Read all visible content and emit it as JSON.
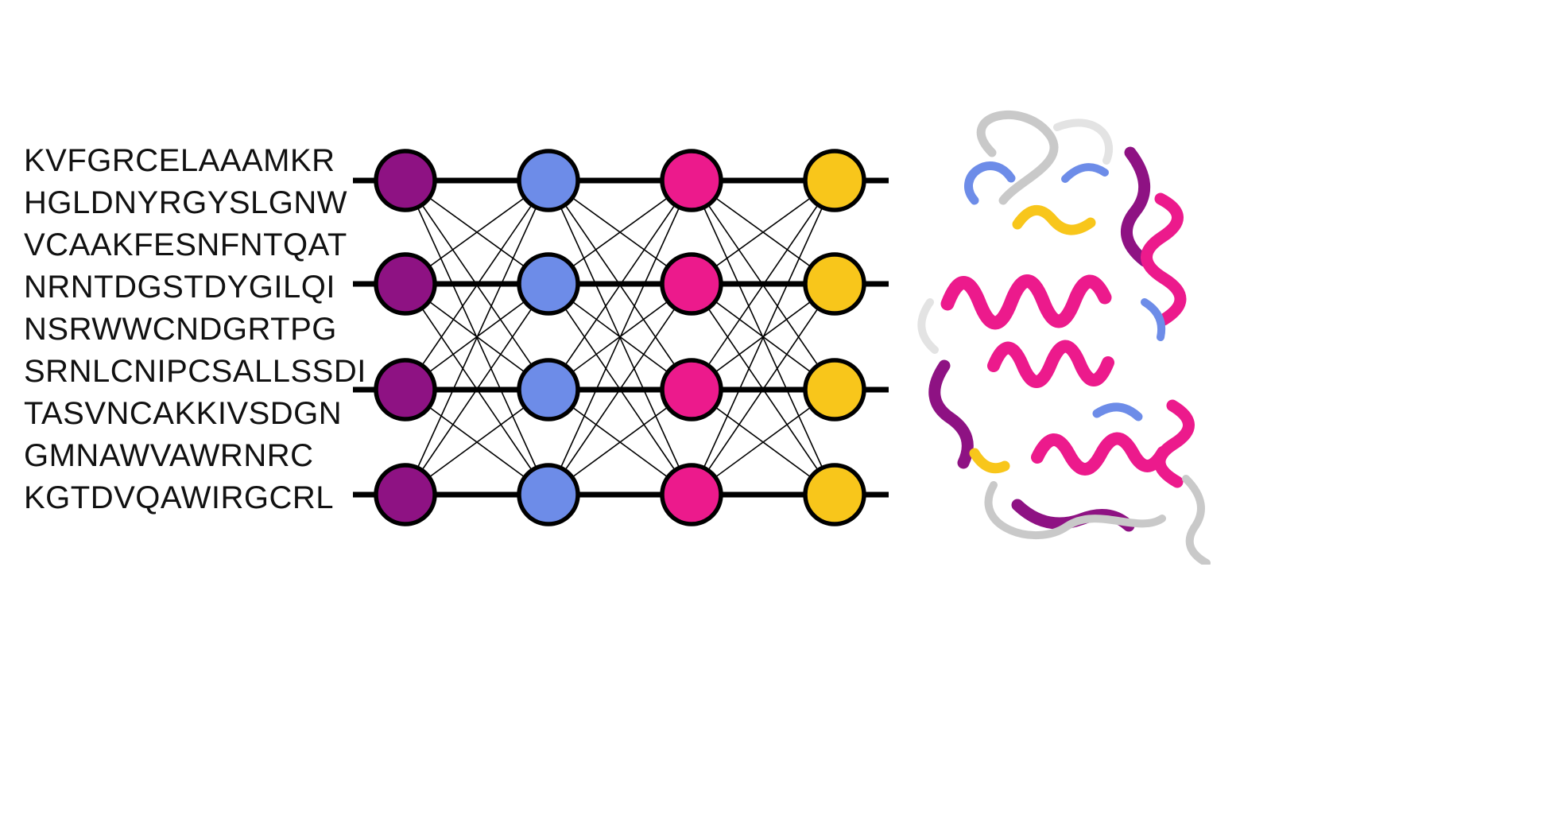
{
  "palette": {
    "purple": "#8E1283",
    "blue": "#6D8CE8",
    "pink": "#EC1A8C",
    "gold": "#F8C61B",
    "gray": "#C9C9C9",
    "lightgray": "#E3E3E3",
    "outline": "#000000"
  },
  "sequence": {
    "lines": [
      "KVFGRCELAAAMKR",
      "HGLDNYRGYSLGNW",
      "VCAAKFESNFNTQAT",
      "NRNTDGSTDYGILQI",
      "NSRWWCNDGRTPG",
      "SRNLCNIPCSALLSSDI",
      "TASVNCAKKIVSDGN",
      "GMNAWVAWRNRC",
      "KGTDVQAWIRGCRL"
    ]
  },
  "network": {
    "rows": 4,
    "fully_connected": true,
    "layers": [
      {
        "name": "input-layer",
        "color_key": "purple"
      },
      {
        "name": "hidden-layer-1",
        "color_key": "blue"
      },
      {
        "name": "hidden-layer-2",
        "color_key": "pink"
      },
      {
        "name": "output-layer",
        "color_key": "gold"
      }
    ]
  }
}
